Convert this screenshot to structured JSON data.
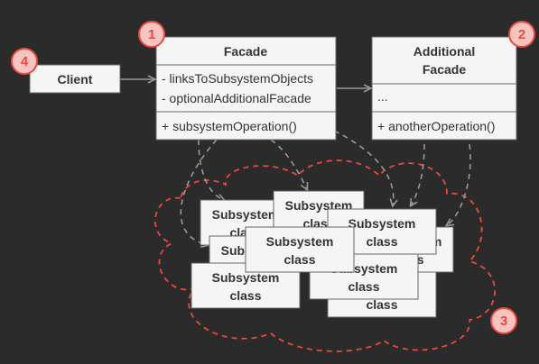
{
  "client": {
    "label": "Client"
  },
  "facade": {
    "title": "Facade",
    "fields": [
      "- linksToSubsystemObjects",
      "- optionalAdditionalFacade"
    ],
    "methods": [
      "+ subsystemOperation()"
    ]
  },
  "additional_facade": {
    "title_line1": "Additional",
    "title_line2": "Facade",
    "fields": [
      "..."
    ],
    "methods": [
      "+ anotherOperation()"
    ]
  },
  "subsystem": {
    "line1": "Subsystem",
    "line2": "class"
  },
  "badges": [
    "1",
    "2",
    "3",
    "4"
  ],
  "colors": {
    "background": "#2b2b2b",
    "box_fill": "#f5f5f5",
    "box_border": "#666666",
    "text": "#333333",
    "arrow": "#999999",
    "accent": "#e84a3f"
  }
}
